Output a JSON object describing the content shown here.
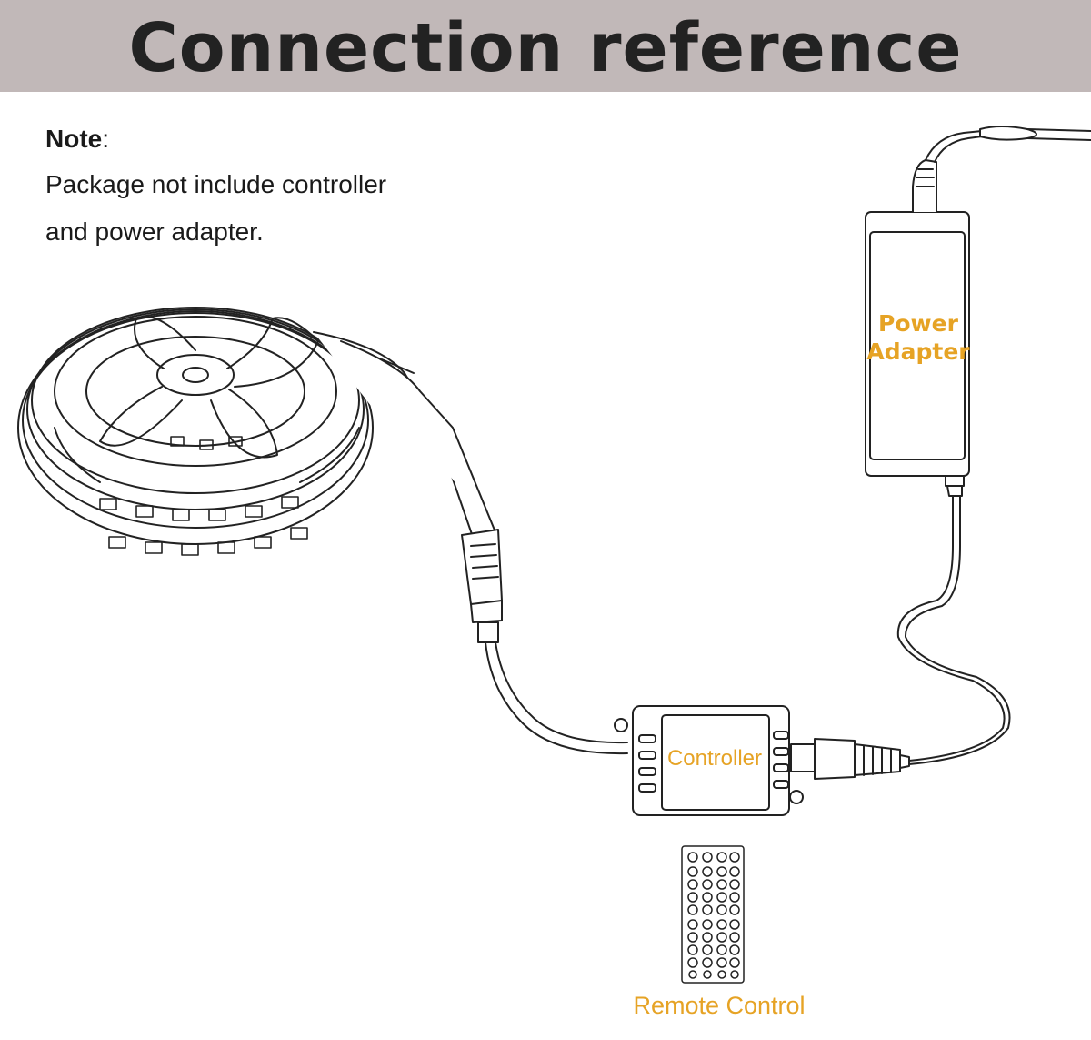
{
  "header": {
    "title": "Connection reference"
  },
  "note": {
    "label": "Note",
    "colon": ":",
    "lines": [
      "Package not include controller",
      "and power adapter."
    ]
  },
  "components": {
    "power_adapter": {
      "label_line1": "Power",
      "label_line2": "Adapter"
    },
    "controller": {
      "label": "Controller"
    },
    "remote_control": {
      "label": "Remote Control"
    }
  },
  "colors": {
    "header_bg": "#c1b8b8",
    "title_text": "#222222",
    "label_accent": "#e6a325",
    "line_art": "#222222"
  },
  "icons": [
    "led-strip-reel-icon",
    "connector-plug-icon",
    "power-adapter-icon",
    "controller-box-icon",
    "remote-control-icon",
    "dc-plug-icon"
  ]
}
